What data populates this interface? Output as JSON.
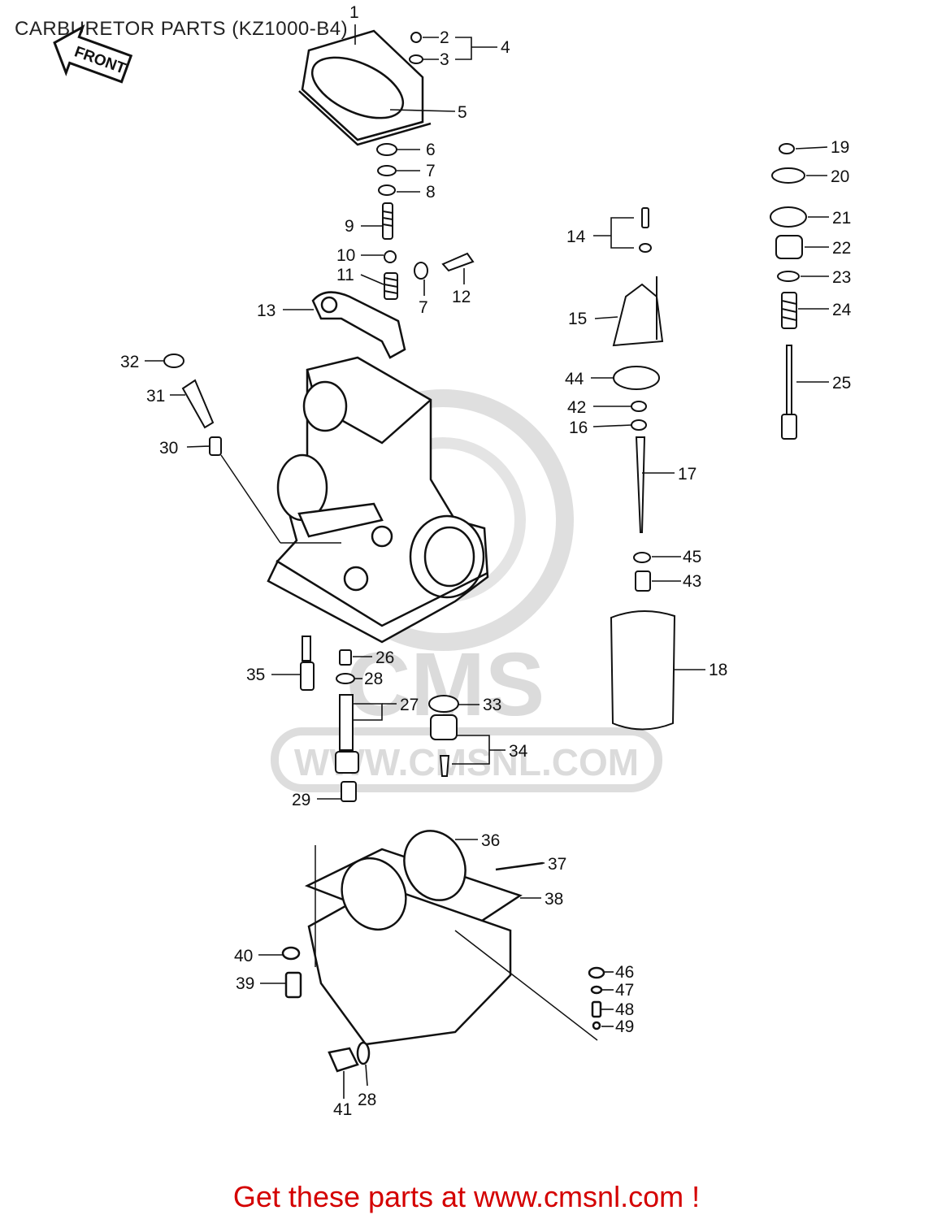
{
  "title": "CARBURETOR PARTS (KZ1000-B4)",
  "front_label": "FRONT",
  "watermark": {
    "brand": "CMS",
    "url": "WWW.CMSNL.COM"
  },
  "footer": "Get these parts at www.cmsnl.com !",
  "part_numbers": [
    "1",
    "2",
    "3",
    "4",
    "5",
    "6",
    "7",
    "8",
    "9",
    "10",
    "11",
    "12",
    "7",
    "13",
    "14",
    "15",
    "19",
    "20",
    "21",
    "22",
    "23",
    "24",
    "25",
    "32",
    "31",
    "30",
    "44",
    "42",
    "16",
    "17",
    "45",
    "43",
    "18",
    "35",
    "26",
    "28",
    "27",
    "33",
    "34",
    "29",
    "36",
    "37",
    "38",
    "40",
    "39",
    "46",
    "47",
    "48",
    "49",
    "41",
    "28"
  ]
}
